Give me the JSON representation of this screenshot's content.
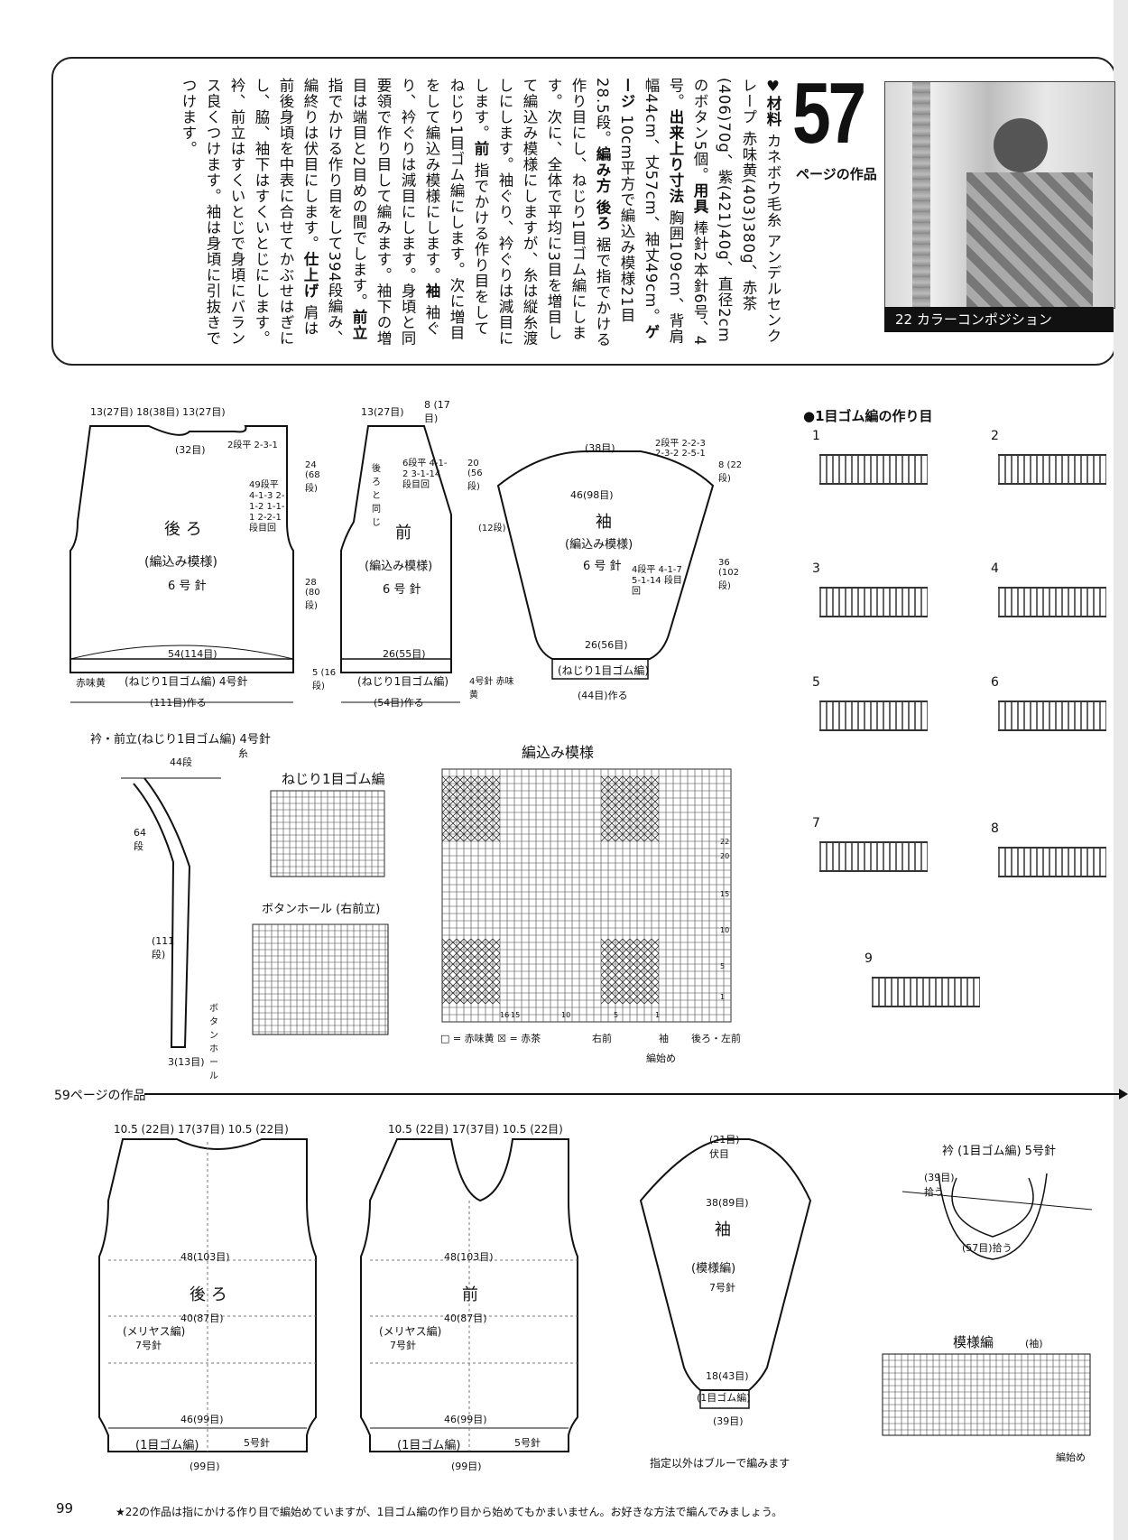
{
  "page_number": "99",
  "work57": {
    "number": "57",
    "page_label": "ページの作品",
    "photo_caption": "22 カラーコンポジション",
    "instructions": [
      {
        "h": "♥材料",
        "t": " カネボウ毛糸 アンデルセンクレープ 赤味黄(403)380g、赤茶(406)70g、紫(421)40g、直径2cmのボタン5個。"
      },
      {
        "h": "用具",
        "t": " 棒針2本針6号、4号。"
      },
      {
        "h": "出来上り寸法",
        "t": " 胸囲109cm、背肩幅44cm、丈57cm、袖丈49cm。"
      },
      {
        "h": "ゲージ",
        "t": " 10cm平方で編込み模様21目28.5段。"
      },
      {
        "h": "編み方 後ろ",
        "t": " 裾で指でかける作り目にし、ねじり1目ゴム編にします。次に、全体で平均に3目を増目して編込み模様にしますが、糸は縦糸渡しにします。袖ぐり、衿ぐりは減目にします。"
      },
      {
        "h": "前",
        "t": " 指でかける作り目をしてねじり1目ゴム編にします。次に増目をして編込み模様にします。"
      },
      {
        "h": "袖",
        "t": " 袖ぐり、衿ぐりは減目にします。身頃と同要領で作り目して編みます。袖下の増目は端目と2目めの間でします。"
      },
      {
        "h": "前立",
        "t": " 指でかける作り目をして394段編み、編終りは伏目にします。"
      },
      {
        "h": "仕上げ",
        "t": " 肩は前後身頃を中表に合せてかぶせはぎにし、脇、袖下はすくいとじにします。衿、前立はすくいとじで身頃にバランス良くつけます。袖は身頃に引抜きでつけます。"
      }
    ]
  },
  "diagram57": {
    "back_title": "後 ろ",
    "back_pattern": "(編込み模様)",
    "back_needle": "6 号 針",
    "front_title": "前",
    "front_pattern": "(編込み模様)",
    "front_needle": "6 号 針",
    "sleeve_title": "袖",
    "sleeve_pattern": "(編込み模様)",
    "sleeve_needle": "6 号 針",
    "top_dims": "13(27目)  18(38目)  13(27目)",
    "back_neck": "(32目)",
    "back_neck_dec": "2段平 2-3-1",
    "back_armhole_dec": "49段平 4-1-3 2-1-2 1-1-1 2-2-1 段目回",
    "back_width": "54(114目)",
    "back_rib": "(ねじり1目ゴム編) 4号針",
    "back_color": "赤味黄",
    "back_cast": "(111目)作る",
    "front_top": "13(27目)",
    "front_neck_w": "8 (17目)",
    "front_neck_dec": "6段平 4-1-2 3-1-14 段目回",
    "front_same": "後ろと同じ",
    "front_width": "26(55目)",
    "front_rib": "(ねじり1目ゴム編)",
    "front_cast": "(54目)作る",
    "front_needle2": "4号針 赤味黄",
    "h_24": "24 (68段)",
    "h_28": "28 (80段)",
    "h_5": "5 (16段)",
    "h_20": "20 (56段)",
    "h_12": "(12段)",
    "sleeve_top": "(38目)",
    "sleeve_cap": "2段平 2-2-3 2-3-2 2-5-1",
    "sleeve_width": "46(98目)",
    "sleeve_inc": "4段平 4-1-7 5-1-14 段目回",
    "sleeve_bottom": "26(56目)",
    "sleeve_rib": "(ねじり1目ゴム編)",
    "sleeve_cast": "(44目)作る",
    "sleeve_h": "36 (102段)",
    "sleeve_cap_h": "8 (22段)"
  },
  "cast_on": {
    "title": "●1目ゴム編の作り目",
    "steps": [
      "1",
      "2",
      "3",
      "4",
      "5",
      "6",
      "7",
      "8",
      "9"
    ]
  },
  "collar": {
    "title": "衿・前立(ねじり1目ゴム編) 4号針",
    "sub": "糸",
    "w44": "44段",
    "h64": "64段",
    "h111": "(111段)",
    "bottom": "3(13目)",
    "buttonhole": "ボタンホール"
  },
  "twisted_rib": {
    "title": "ねじり1目ゴム編"
  },
  "buttonhole_chart": {
    "title": "ボタンホール (右前立)"
  },
  "colorwork": {
    "title": "編込み模様",
    "legend": "□ = 赤味黄 ☒ = 赤茶",
    "labels": [
      "右前",
      "袖",
      "後ろ・左前"
    ],
    "start": "編始め",
    "row_numbers": [
      "22",
      "20",
      "15",
      "10",
      "5",
      "1"
    ],
    "col_numbers": [
      "16",
      "15",
      "10",
      "5",
      "1"
    ]
  },
  "work59": {
    "header": "59ページの作品",
    "back_title": "後 ろ",
    "front_title": "前",
    "stockinette": "(メリヤス編)",
    "needle7": "7号針",
    "rib": "(1目ゴム編)",
    "needle5": "5号針",
    "w48": "48(103目)",
    "w40": "40(87目)",
    "w46": "46(99目)",
    "total": "(99目)",
    "top": "10.5 (22目)  17(37目)  10.5 (22目)",
    "sleeve_title": "袖",
    "sleeve_pattern": "(模様編)",
    "sleeve_needle": "7号針",
    "sleeve_top": "(21目) 伏目",
    "sleeve_width": "38(89目)",
    "sleeve_bottom": "18(43目)",
    "sleeve_rib": "(1目ゴム編)",
    "sleeve_cast": "(39目)",
    "collar_title": "衿 (1目ゴム編) 5号針",
    "collar_pick": "(57目)拾う",
    "collar_pick2": "(39目) 拾う",
    "pattern_title": "模様編",
    "pattern_sub": "(袖)",
    "pattern_start": "編始め",
    "note_blue": "指定以外はブルーで編みます"
  },
  "footnote": "★22の作品は指にかける作り目で編始めていますが、1目ゴム編の作り目から始めてもかまいません。お好きな方法で編んでみましょう。"
}
